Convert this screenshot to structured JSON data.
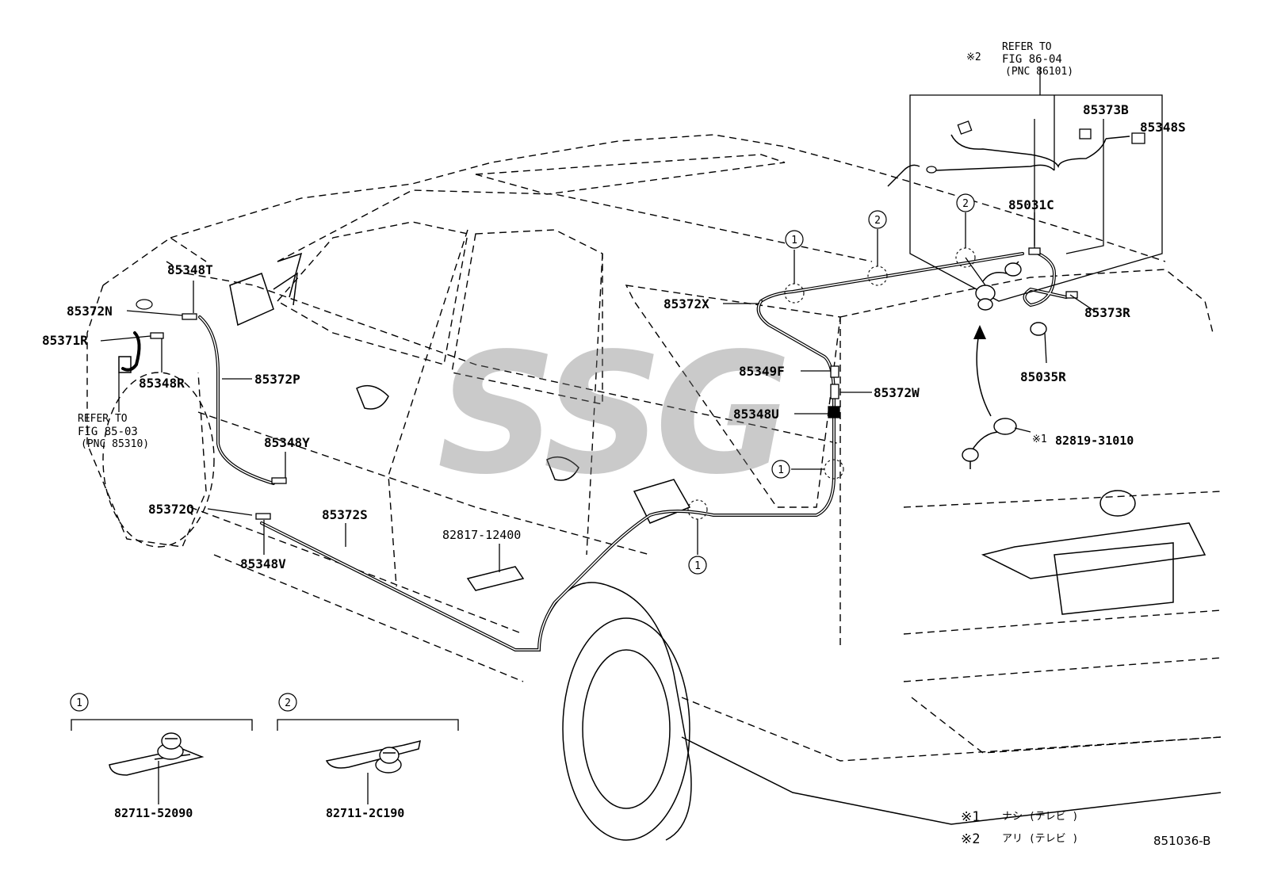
{
  "diagram_code": "851036-B",
  "watermark": "SSG",
  "note_refer_top": {
    "mark": "※2",
    "line1": "REFER TO",
    "line2": "FIG 86-04",
    "line3": "(PNC 86101)"
  },
  "note_refer_left": {
    "line1": "REFER TO",
    "line2": "FIG 85-03",
    "line3": "(PNC 85310)"
  },
  "callout_number_1": "1",
  "callout_number_2": "2",
  "part_numbers": {
    "p85373B": "85373B",
    "p85348S": "85348S",
    "p85031C": "85031C",
    "p85373R": "85373R",
    "p85035R": "85035R",
    "p82819": "82819-31010",
    "p82819_mark": "※1",
    "p85372X": "85372X",
    "p85349F": "85349F",
    "p85372W": "85372W",
    "p85348U": "85348U",
    "p85348T": "85348T",
    "p85372N": "85372N",
    "p85371R": "85371R",
    "p85348R": "85348R",
    "p85372P": "85372P",
    "p85348Y": "85348Y",
    "p85372Q": "85372Q",
    "p85372S": "85372S",
    "p85348V": "85348V",
    "p82817": "82817-12400"
  },
  "detail_1": {
    "callout": "1",
    "part": "82711-52090"
  },
  "detail_2": {
    "callout": "2",
    "part": "82711-2C190"
  },
  "legend": [
    {
      "mark": "※1",
      "text": "ナシ (テレビ )"
    },
    {
      "mark": "※2",
      "text": "アリ (テレビ )"
    }
  ]
}
